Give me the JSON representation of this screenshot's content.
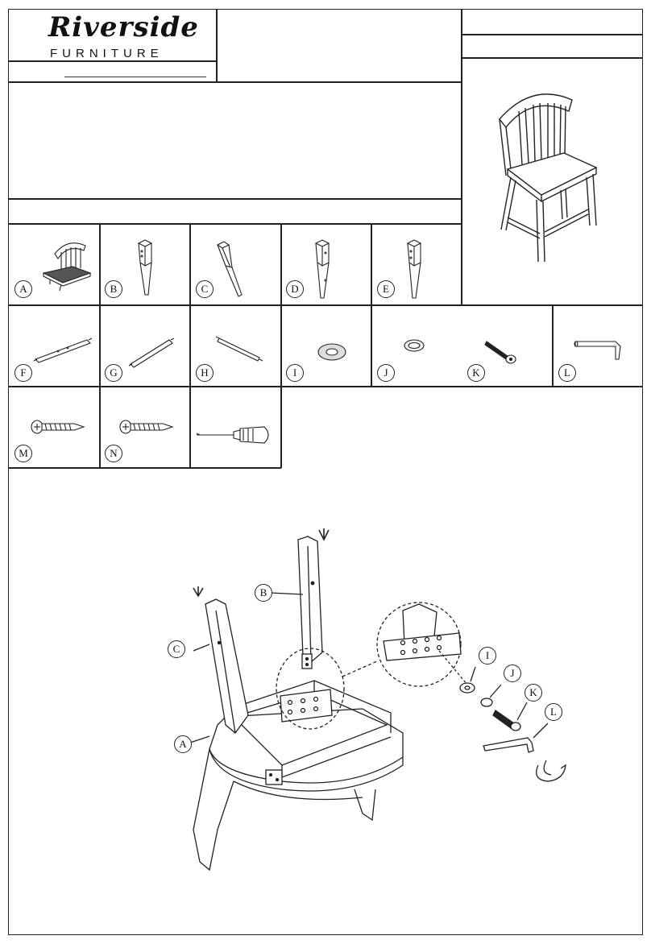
{
  "brand": {
    "name": "Riverside",
    "subtitle": "FURNITURE"
  },
  "parts": [
    {
      "id": "A",
      "icon": "seat-assembly-icon"
    },
    {
      "id": "B",
      "icon": "leg-icon"
    },
    {
      "id": "C",
      "icon": "leg-icon"
    },
    {
      "id": "D",
      "icon": "leg-icon"
    },
    {
      "id": "E",
      "icon": "leg-icon"
    },
    {
      "id": "F",
      "icon": "stretcher-icon"
    },
    {
      "id": "G",
      "icon": "stretcher-icon"
    },
    {
      "id": "H",
      "icon": "stretcher-icon"
    },
    {
      "id": "I",
      "icon": "flat-washer-icon"
    },
    {
      "id": "J",
      "icon": "lock-washer-icon"
    },
    {
      "id": "K",
      "icon": "bolt-icon"
    },
    {
      "id": "L",
      "icon": "allen-key-icon"
    },
    {
      "id": "M",
      "icon": "screw-icon"
    },
    {
      "id": "N",
      "icon": "screw-icon"
    },
    {
      "id": "",
      "icon": "screwdriver-icon"
    }
  ],
  "diagram_labels": {
    "a": "A",
    "b": "B",
    "c": "C",
    "i": "I",
    "j": "J",
    "k": "K",
    "l": "L"
  }
}
